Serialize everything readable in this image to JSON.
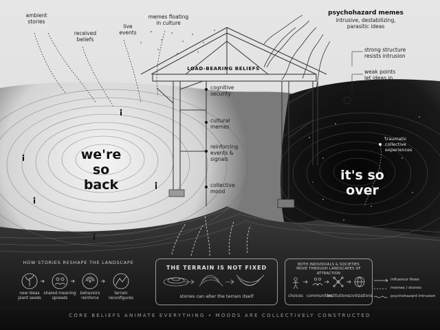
{
  "top_labels": {
    "ambient": "ambient\nstories",
    "received": "received\nbeliefs",
    "live": "live\nevents",
    "memes": "memes floating\nin culture"
  },
  "hazard": {
    "title": "psychohazard memes",
    "desc": "intrusive, destabilizing,\nparasitic ideas"
  },
  "right_notes": {
    "strong": "strong structure\nresists intrusion",
    "weak": "weak points\nlet ideas in",
    "traumatic": "traumatic\ncollective\nexperiences"
  },
  "structure": {
    "beam": "LOAD-BEARING BELIEFS",
    "items": [
      "cognitive\nsecurity",
      "cultural\nmemes",
      "reinforcing\nevents &\nsignals",
      "collective\nmood"
    ]
  },
  "moods": {
    "left": "we're\nso back",
    "right": "it's so\nover"
  },
  "bottom": {
    "how_title": "HOW STORIES RESHAPE THE LANDSCAPE",
    "how_steps": [
      "new ideas\nplant seeds",
      "shared meaning\nspreads",
      "behaviors\nreinforce",
      "terrain\nreconfigures"
    ],
    "terrain_title": "THE TERRAIN IS NOT FIXED",
    "terrain_caption": "stories can alter the terrain itself",
    "attr_title": "BOTH INDIVIDUALS & SOCIETIES\nMOVE THROUGH LANDSCAPES OF ATTRACTION",
    "attr_items": [
      "choices",
      "communities",
      "institutions",
      "civilizations"
    ],
    "legend": [
      "influence flows",
      "memes / stories",
      "psychohazard intrusion"
    ]
  },
  "footer": "CORE BELIEFS ANIMATE EVERYTHING • MOODS ARE COLLECTIVELY CONSTRUCTED",
  "colors": {
    "light": "#ececec",
    "dark": "#0d0d0d",
    "ink": "#1a1a1a"
  }
}
